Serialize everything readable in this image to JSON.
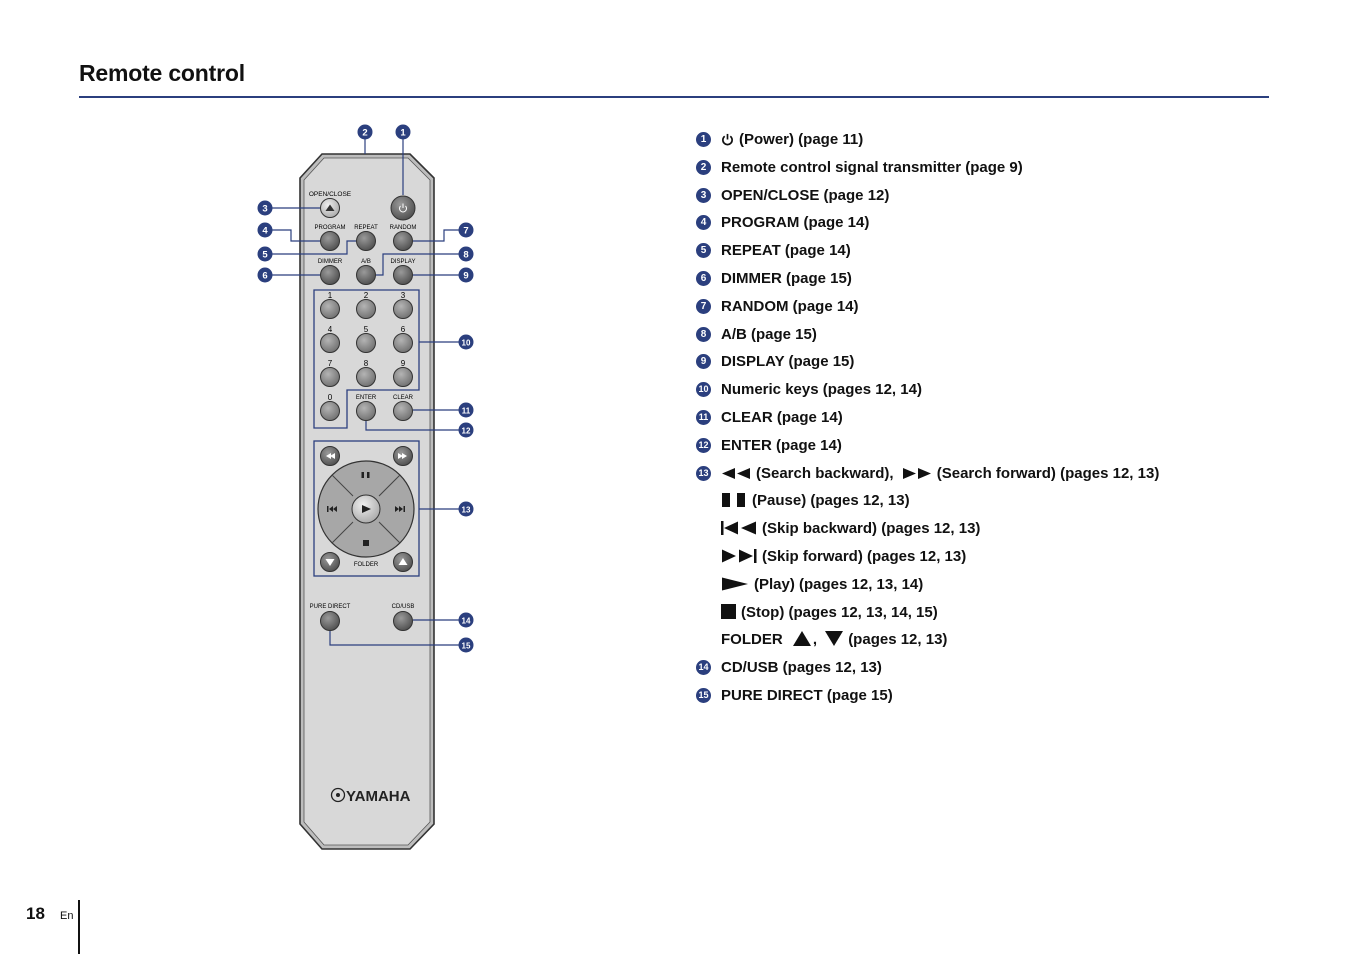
{
  "page": {
    "title": "Remote control",
    "page_number": "18",
    "language": "En"
  },
  "remote": {
    "brand": "YAMAHA",
    "labels": {
      "open_close": "OPEN/CLOSE",
      "program": "PROGRAM",
      "repeat": "REPEAT",
      "random": "RANDOM",
      "dimmer": "DIMMER",
      "ab": "A/B",
      "display": "DISPLAY",
      "k1": "1",
      "k2": "2",
      "k3": "3",
      "k4": "4",
      "k5": "5",
      "k6": "6",
      "k7": "7",
      "k8": "8",
      "k9": "9",
      "k0": "0",
      "enter": "ENTER",
      "clear": "CLEAR",
      "folder": "FOLDER",
      "pure_direct": "PURE DIRECT",
      "cd_usb": "CD/USB"
    },
    "callouts": [
      "1",
      "2",
      "3",
      "4",
      "5",
      "6",
      "7",
      "8",
      "9",
      "10",
      "11",
      "12",
      "13",
      "14",
      "15"
    ]
  },
  "items": [
    {
      "num": "1",
      "text": "(Power) (page 11)",
      "symbol": "power-icon"
    },
    {
      "num": "2",
      "text": "Remote control signal transmitter (page 9)"
    },
    {
      "num": "3",
      "text": "OPEN/CLOSE (page 12)"
    },
    {
      "num": "4",
      "text": "PROGRAM (page 14)"
    },
    {
      "num": "5",
      "text": "REPEAT (page 14)"
    },
    {
      "num": "6",
      "text": "DIMMER (page 15)"
    },
    {
      "num": "7",
      "text": "RANDOM (page 14)"
    },
    {
      "num": "8",
      "text": "A/B (page 15)"
    },
    {
      "num": "9",
      "text": "DISPLAY (page 15)"
    },
    {
      "num": "10",
      "text": "Numeric keys (pages 12, 14)"
    },
    {
      "num": "11",
      "text": "CLEAR (page 14)"
    },
    {
      "num": "12",
      "text": "ENTER (page 14)"
    },
    {
      "num": "13",
      "text_a": "(Search backward),",
      "text_b": "(Search forward) (pages 12, 13)"
    },
    {
      "num": "",
      "text": "(Pause) (pages 12, 13)",
      "symbol": "pause-icon"
    },
    {
      "num": "",
      "text": "(Skip backward) (pages 12, 13)",
      "symbol": "skip-backward-icon"
    },
    {
      "num": "",
      "text": "(Skip forward) (pages 12, 13)",
      "symbol": "skip-forward-icon"
    },
    {
      "num": "",
      "text": "(Play) (pages 12, 13, 14)",
      "symbol": "play-icon"
    },
    {
      "num": "",
      "text": "(Stop) (pages 12, 13, 14, 15)",
      "symbol": "stop-icon"
    },
    {
      "num": "",
      "text_a": "FOLDER",
      "text_b": "(pages 12, 13)",
      "symbol": "folder-up-down-icons"
    },
    {
      "num": "14",
      "text": "CD/USB (pages 12, 13)"
    },
    {
      "num": "15",
      "text": "PURE DIRECT (page 15)"
    }
  ],
  "colors": {
    "accent": "#2b3f7e",
    "remote_body": "#d6d6d6",
    "button": "#8c8c8c",
    "button_dark": "#5d5d5d"
  }
}
